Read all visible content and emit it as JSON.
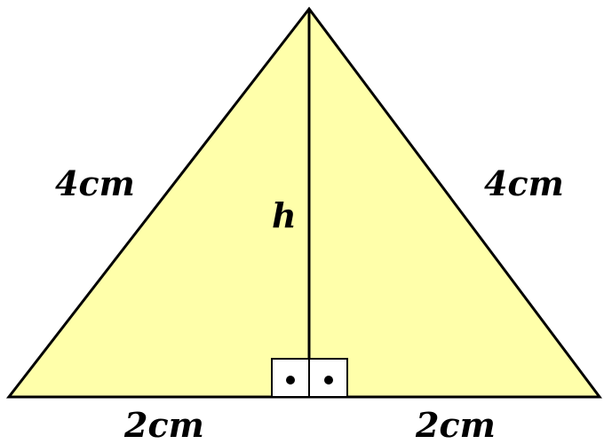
{
  "labels": {
    "left_side": "4cm",
    "right_side": "4cm",
    "height": "h",
    "base_left": "2cm",
    "base_right": "2cm"
  },
  "colors": {
    "fill": "#FFFFAA",
    "stroke": "#000000"
  },
  "marks": {
    "right_angle_symbol": "dot-in-square"
  }
}
